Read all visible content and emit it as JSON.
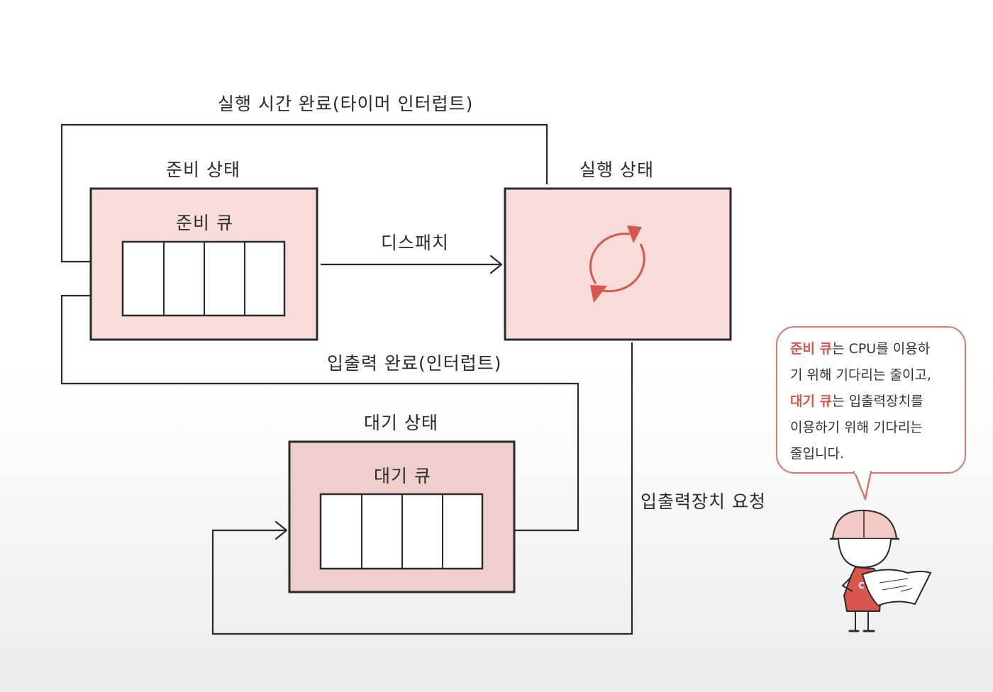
{
  "diagram": {
    "labels": {
      "timer_interrupt": "실행 시간 완료(타이머 인터럽트)",
      "ready_state": "준비 상태",
      "ready_queue": "준비 큐",
      "dispatch": "디스패치",
      "running_state": "실행 상태",
      "io_complete": "입출력 완료(인터럽트)",
      "wait_state": "대기 상태",
      "wait_queue": "대기 큐",
      "io_request": "입출력장치 요청"
    },
    "colors": {
      "state_fill": "#f7dcda",
      "wait_state_fill": "#efcfcc",
      "accent": "#d9564e",
      "line": "#2a2a2a"
    }
  },
  "bubble": {
    "line1_hl": "준비 큐",
    "line1_rest": "는 CPU를 이용하",
    "line2": "기 위해 기다리는 줄이고,",
    "line3_hl": "대기 큐",
    "line3_rest": "는 입출력장치를",
    "line4": "이용하기 위해 기다리는",
    "line5": "줄입니다."
  },
  "character": {
    "icon": "construction-worker-reading-blueprint-icon"
  }
}
